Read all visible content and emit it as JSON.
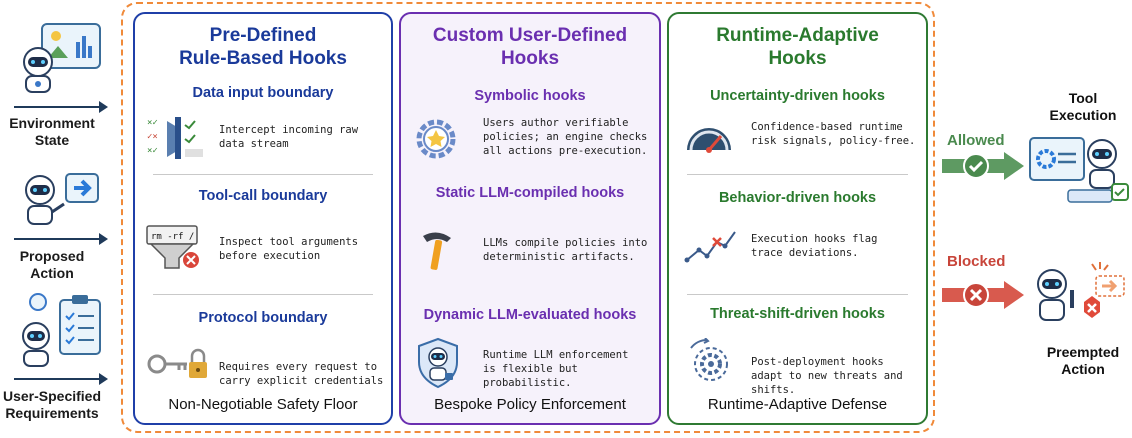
{
  "inputs": [
    {
      "label": "Environment\nState",
      "icon": "robot-environment-icon"
    },
    {
      "label": "Proposed\nAction",
      "icon": "robot-action-icon"
    },
    {
      "label": "User-Specified\nRequirements",
      "icon": "robot-clipboard-icon"
    }
  ],
  "panels": [
    {
      "title": "Pre-Defined\nRule-Based Hooks",
      "sections": [
        {
          "heading": "Data input boundary",
          "desc": "Intercept incoming raw\ndata stream",
          "icon": "data-filter-icon"
        },
        {
          "heading": "Tool-call boundary",
          "desc": "Inspect tool arguments\nbefore execution",
          "icon": "terminal-funnel-icon",
          "code": "rm -rf /"
        },
        {
          "heading": "Protocol boundary",
          "desc": "Requires every request to\ncarry explicit credentials",
          "icon": "key-lock-icon"
        }
      ],
      "footer": "Non-Negotiable Safety Floor"
    },
    {
      "title": "Custom User-Defined\nHooks",
      "sections": [
        {
          "heading": "Symbolic hooks",
          "desc": "Users author verifiable\npolicies; an engine checks\nall actions pre-execution.",
          "icon": "gear-star-icon"
        },
        {
          "heading": "Static LLM-compiled hooks",
          "desc": "LLMs compile policies into\ndeterministic artifacts.",
          "icon": "hammer-icon"
        },
        {
          "heading": "Dynamic LLM-evaluated hooks",
          "desc": "Runtime LLM enforcement\nis flexible but probabilistic.",
          "icon": "robot-shield-icon"
        }
      ],
      "footer": "Bespoke Policy Enforcement"
    },
    {
      "title": "Runtime-Adaptive\nHooks",
      "sections": [
        {
          "heading": "Uncertainty-driven hooks",
          "desc": "Confidence-based runtime\nrisk signals, policy-free.",
          "icon": "gauge-icon"
        },
        {
          "heading": "Behavior-driven hooks",
          "desc": "Execution hooks flag\ntrace deviations.",
          "icon": "trace-chart-icon"
        },
        {
          "heading": "Threat-shift-driven hooks",
          "desc": "Post-deployment hooks\nadapt to new threats and\nshifts.",
          "icon": "adaptive-gear-icon"
        }
      ],
      "footer": "Runtime-Adaptive Defense"
    }
  ],
  "outcomes": {
    "allowed": {
      "label": "Allowed",
      "color": "#4a8a4e",
      "target": "Tool\nExecution"
    },
    "blocked": {
      "label": "Blocked",
      "color": "#c8453a",
      "target": "Preempted\nAction"
    }
  }
}
